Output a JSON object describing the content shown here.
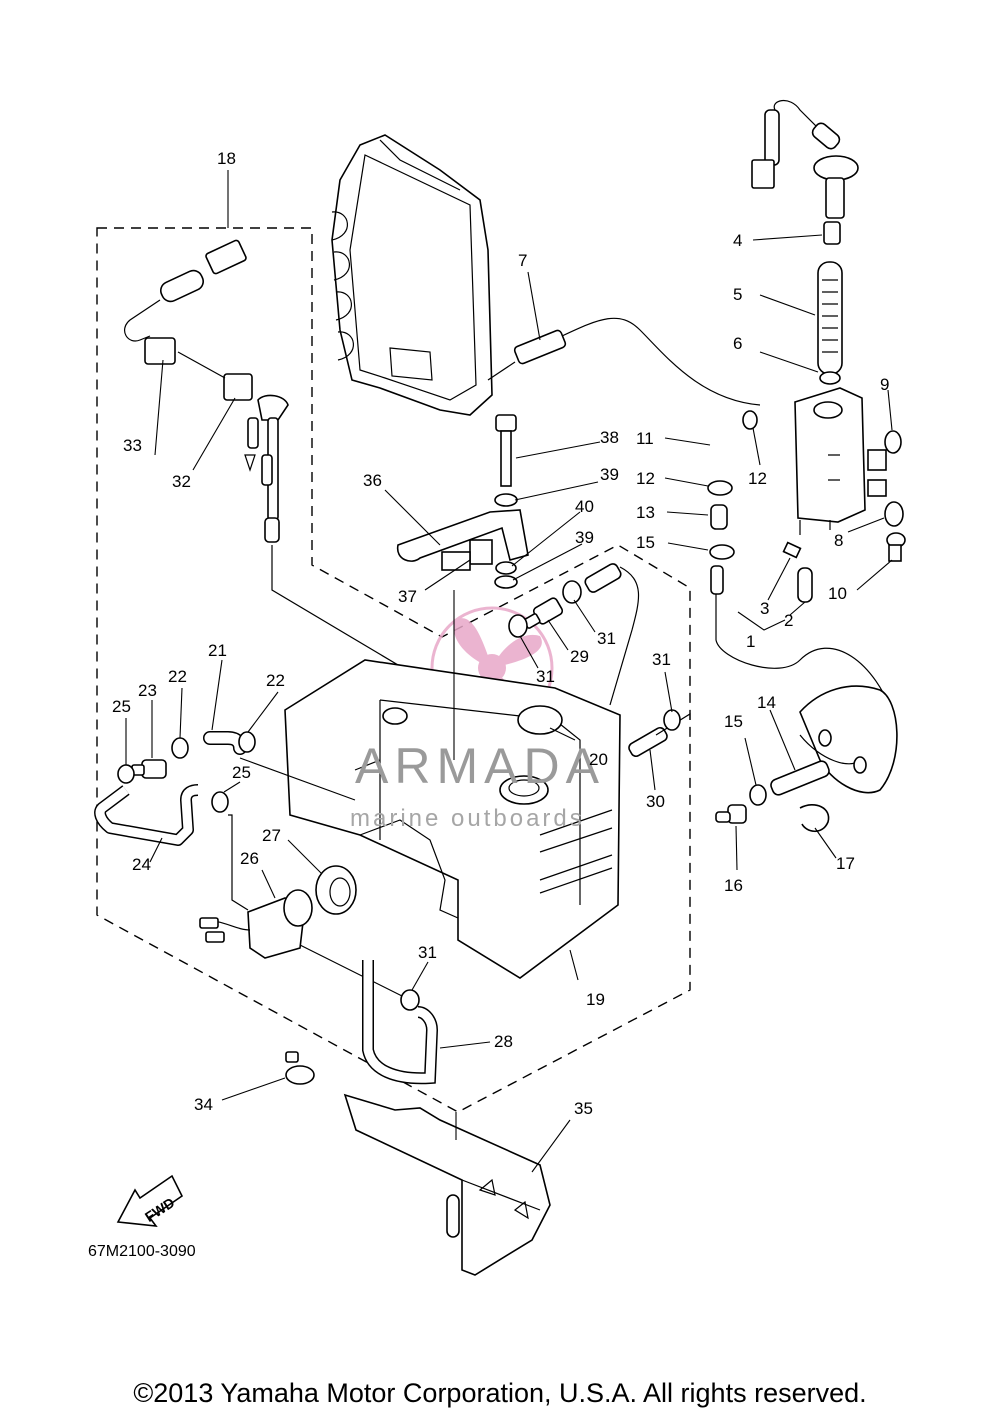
{
  "diagram": {
    "part_code": "67M2100-3090",
    "fwd_label": "FWD",
    "copyright": "©2013 Yamaha Motor Corporation, U.S.A. All rights reserved.",
    "watermark": {
      "brand": "ARMADA",
      "tagline": "marine outboards",
      "logo_color": "#e8a8c8"
    },
    "callouts": {
      "c1": "1",
      "c2": "2",
      "c3": "3",
      "c4": "4",
      "c5": "5",
      "c6": "6",
      "c7": "7",
      "c8": "8",
      "c9": "9",
      "c10": "10",
      "c11": "11",
      "c12a": "12",
      "c12b": "12",
      "c13": "13",
      "c14": "14",
      "c15a": "15",
      "c15b": "15",
      "c16": "16",
      "c17": "17",
      "c18": "18",
      "c19": "19",
      "c20": "20",
      "c21": "21",
      "c22a": "22",
      "c22b": "22",
      "c23": "23",
      "c24": "24",
      "c25a": "25",
      "c25b": "25",
      "c26": "26",
      "c27": "27",
      "c28": "28",
      "c29": "29",
      "c30": "30",
      "c31a": "31",
      "c31b": "31",
      "c31c": "31",
      "c31d": "31",
      "c32": "32",
      "c33": "33",
      "c34": "34",
      "c35": "35",
      "c36": "36",
      "c37": "37",
      "c38": "38",
      "c39a": "39",
      "c39b": "39",
      "c40": "40"
    }
  }
}
